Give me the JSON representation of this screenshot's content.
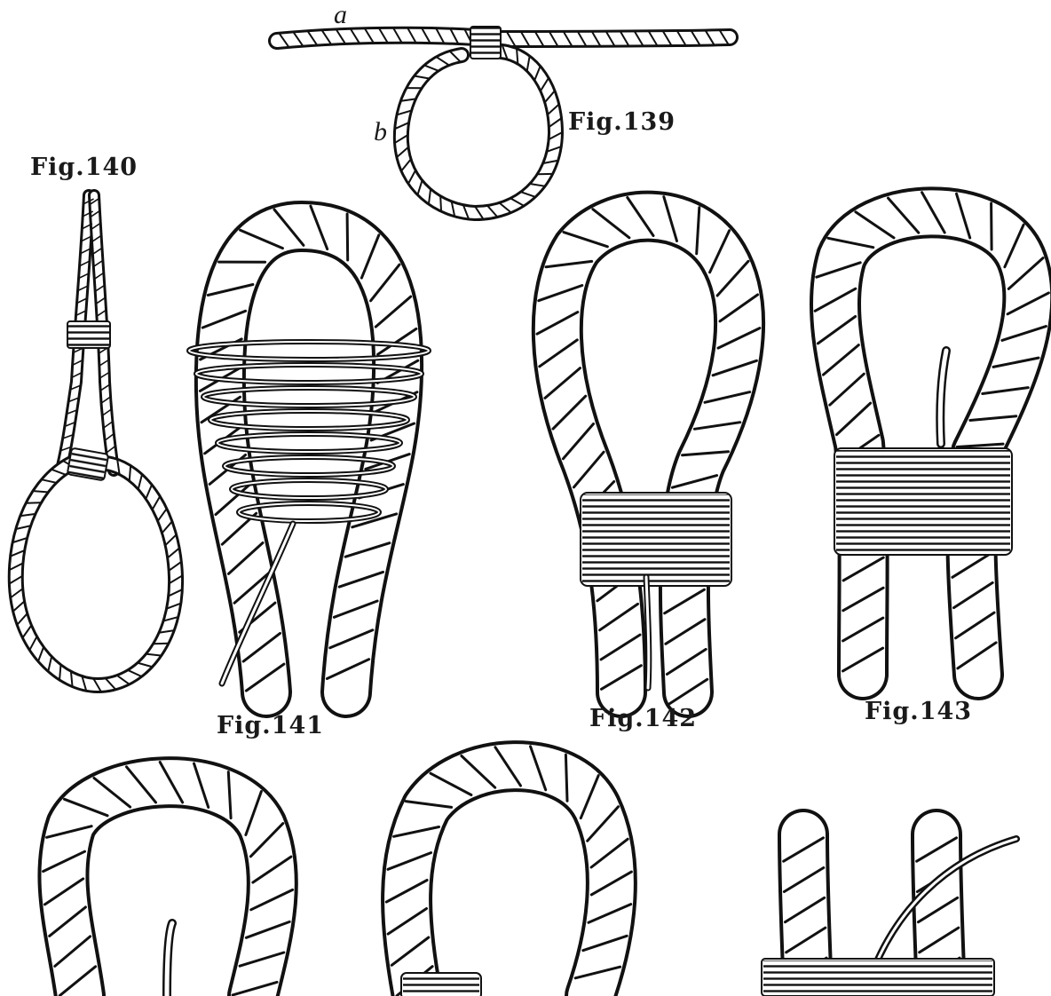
{
  "plate": {
    "letters": {
      "a": "a",
      "b": "b"
    },
    "figures": [
      {
        "id": "fig139",
        "label": "Fig.139"
      },
      {
        "id": "fig140",
        "label": "Fig.140"
      },
      {
        "id": "fig141",
        "label": "Fig.141"
      },
      {
        "id": "fig142",
        "label": "Fig.142"
      },
      {
        "id": "fig143",
        "label": "Fig.143"
      }
    ]
  }
}
